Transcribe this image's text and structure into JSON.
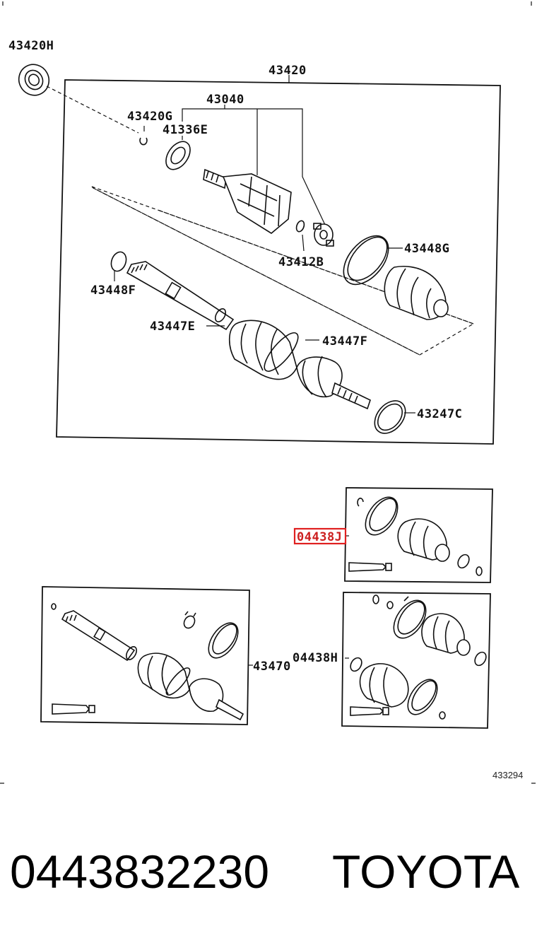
{
  "diagram": {
    "labels": {
      "p43420H": "43420H",
      "p43420": "43420",
      "p43040": "43040",
      "p43420G": "43420G",
      "p41336E": "41336E",
      "p43412B": "43412B",
      "p43448G": "43448G",
      "p43448F": "43448F",
      "p43447E": "43447E",
      "p43447F": "43447F",
      "p43247C": "43247C",
      "p04438J": "04438J",
      "p43470": "43470",
      "p04438H": "04438H"
    },
    "figure_code": "433294",
    "highlight_color": "#e02020"
  },
  "footer": {
    "part_number": "0443832230",
    "brand": "TOYOTA"
  }
}
